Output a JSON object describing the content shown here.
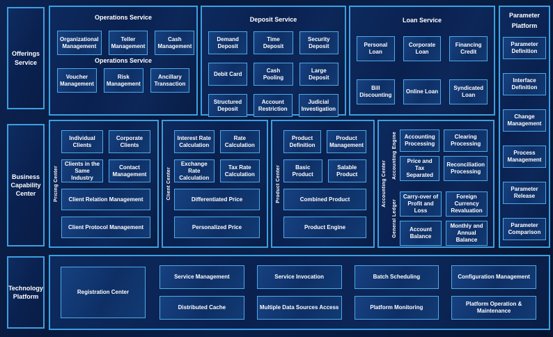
{
  "colors": {
    "page_background": "#081a3e",
    "panel_fill": "#0a2150",
    "box_fill": "#0e2f66",
    "border_blue": "#4fabe8",
    "text": "#ffffff"
  },
  "left_labels": {
    "offerings": "Offerings Service",
    "business_capability": "Business Capability Center",
    "technology": "Technology Platform"
  },
  "operations": {
    "title": "Operations Service",
    "subtitle": "Operations Service",
    "row1": [
      "Organizational Management",
      "Teller Management",
      "Cash Management"
    ],
    "row2": [
      "Voucher Management",
      "Risk Management",
      "Ancillary Transaction"
    ]
  },
  "deposit": {
    "title": "Deposit Service",
    "rows": [
      [
        "Demand Deposit",
        "Time Deposit",
        "Security Deposit"
      ],
      [
        "Debit Card",
        "Cash Pooling",
        "Large Deposit"
      ],
      [
        "Structured Deposit",
        "Account Restriction",
        "Judicial Investigation"
      ]
    ]
  },
  "loan": {
    "title": "Loan Service",
    "rows": [
      [
        "Personal Loan",
        "Corporate Loan",
        "Financing Credit"
      ],
      [
        "Bill Discounting",
        "Online Loan",
        "Syndicated Loan"
      ]
    ]
  },
  "parameter": {
    "title": "Parameter Platform",
    "boxes": [
      "Parameter Definition",
      "Interface Definition",
      "Change Management",
      "Process Management",
      "Parameter Release",
      "Parameter Comparison"
    ]
  },
  "pricing": {
    "label": "Pricing Center",
    "row1": [
      "Individual Clients",
      "Corporate Clients"
    ],
    "row2": [
      "Clients in the Same Industry",
      "Contact Management"
    ],
    "wide1": "Client Relation Management",
    "wide2": "Client Protocol Management"
  },
  "client": {
    "label": "Client Center",
    "row1": [
      "Interest Rate Calculation",
      "Rate Calculation"
    ],
    "row2": [
      "Exchange Rate Calculation",
      "Tax Rate Calculation"
    ],
    "wide1": "Differentiated Price",
    "wide2": "Personalized Price"
  },
  "product": {
    "label": "Product Center",
    "row1": [
      "Product Definition",
      "Product Management"
    ],
    "row2": [
      "Basic Product",
      "Salable Product"
    ],
    "wide1": "Combined Product",
    "wide2": "Product Engine"
  },
  "accounting": {
    "label": "Accounting Center",
    "engine": {
      "label": "Accounting Engine",
      "rows": [
        [
          "Accounting Processing",
          "Clearing Processing"
        ],
        [
          "Price and Tax Separated",
          "Reconciliation Processing"
        ]
      ]
    },
    "ledger": {
      "label": "General Ledger",
      "rows": [
        [
          "Carry-over of Profit and Loss",
          "Foreign Currency Revaluation"
        ],
        [
          "Account Balance",
          "Monthly and Annual Balance"
        ]
      ]
    }
  },
  "technology": {
    "registration": "Registration Center",
    "row1": [
      "Service Management",
      "Service Invocation",
      "Batch Scheduling",
      "Configuration Management"
    ],
    "row2": [
      "Distributed Cache",
      "Multiple Data Sources Access",
      "Platform Monitoring",
      "Platform Operation & Maintenance"
    ]
  }
}
